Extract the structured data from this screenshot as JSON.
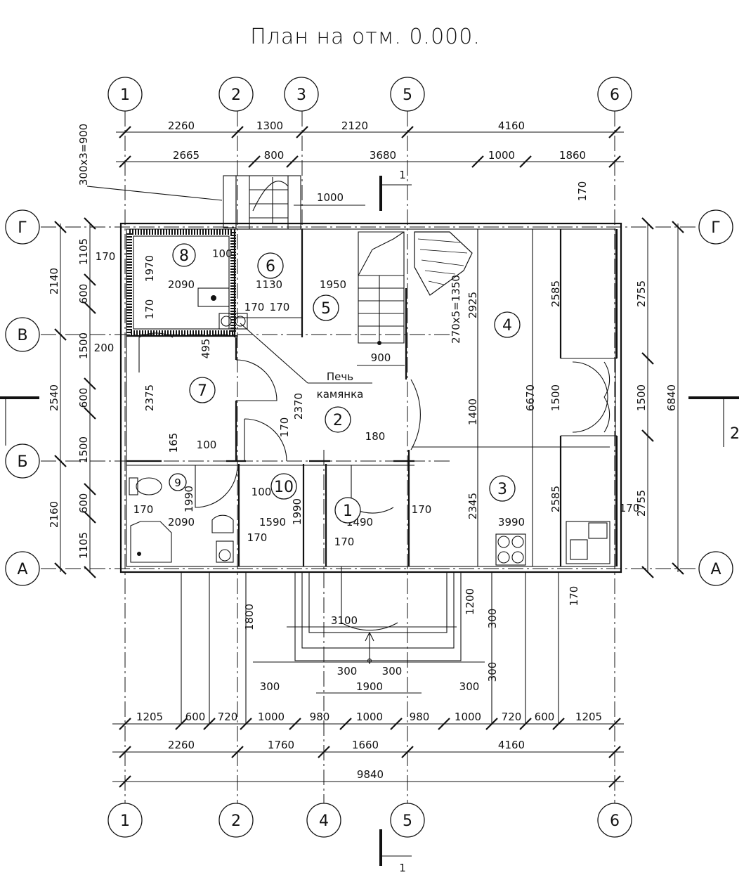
{
  "title": "План на отм. 0.000.",
  "axes_vertical": [
    "1",
    "2",
    "3",
    "5",
    "6",
    "4"
  ],
  "axes_horizontal": [
    "Г",
    "В",
    "Б",
    "А"
  ],
  "rooms": [
    "1",
    "2",
    "3",
    "4",
    "5",
    "6",
    "7",
    "8",
    "9",
    "10"
  ],
  "stove_label": [
    "Печь",
    "камянка"
  ],
  "section": {
    "label": "1",
    "label2": "2"
  },
  "dims": {
    "top1": [
      "2260",
      "1300",
      "2120",
      "4160"
    ],
    "top2": [
      "2665",
      "800",
      "3680",
      "1000",
      "1860"
    ],
    "bottom1": [
      "1205",
      "600",
      "720",
      "1000",
      "980",
      "1000",
      "980",
      "1000",
      "720",
      "600",
      "1205"
    ],
    "bottom2": [
      "2260",
      "1760",
      "1660",
      "4160"
    ],
    "bottom3": "9840",
    "left1": [
      "1105",
      "600",
      "1500",
      "600",
      "1500",
      "600",
      "1105"
    ],
    "left2": [
      "2140",
      "2540",
      "2160"
    ],
    "right1": [
      "2755",
      "1500",
      "2755"
    ],
    "right2": "6840",
    "stair": [
      "300x3=900",
      "1000",
      "270x5=1350",
      "900"
    ],
    "inner": [
      "170",
      "1970",
      "2090",
      "170",
      "100",
      "1130",
      "170",
      "170",
      "1950",
      "2925",
      "2585",
      "200",
      "495",
      "2375",
      "2370",
      "165",
      "100",
      "170",
      "180",
      "1400",
      "6670",
      "1500",
      "1990",
      "100",
      "1990",
      "2090",
      "1590",
      "1490",
      "170",
      "2345",
      "3990",
      "2585",
      "170",
      "170",
      "170",
      "170"
    ],
    "porch": [
      "1800",
      "3100",
      "1200",
      "300",
      "300",
      "300",
      "300",
      "1900",
      "300",
      "300"
    ]
  }
}
